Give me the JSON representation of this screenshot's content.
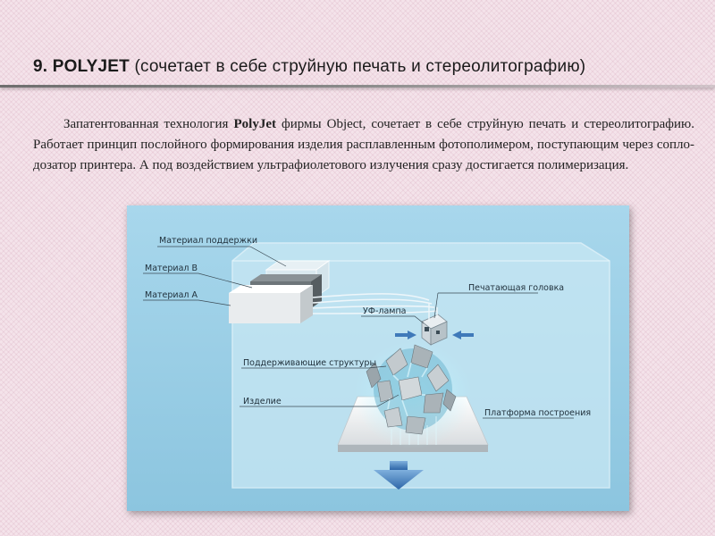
{
  "slide": {
    "title_number": "9. POLYJET",
    "title_rest": " (сочетает в себе струйную печать и стереолитографию)"
  },
  "paragraph": {
    "before_bold": "Запатентованная технология ",
    "bold": "PolyJet",
    "after_bold": " фирмы Object, сочетает в себе струйную печать и стереолитографию. Работает принцип послойного формирования изделия расплавленным фотополимером, поступающим через сопло-дозатор принтера. А под воздействием ультрафиолетового излучения сразу достигается полимеризация."
  },
  "diagram": {
    "labels": {
      "support_material": "Материал поддержки",
      "material_b": "Материал B",
      "material_a": "Материал A",
      "print_head": "Печатающая головка",
      "uv_lamp": "УФ-лампа",
      "support_structures": "Поддерживающие структуры",
      "product": "Изделие",
      "build_platform": "Платформа построения"
    },
    "colors": {
      "background": "#9fd0e6",
      "inner_box": "#c6e6f3",
      "arrow": "#3f79b9",
      "label_line": "#3b4b55"
    }
  }
}
